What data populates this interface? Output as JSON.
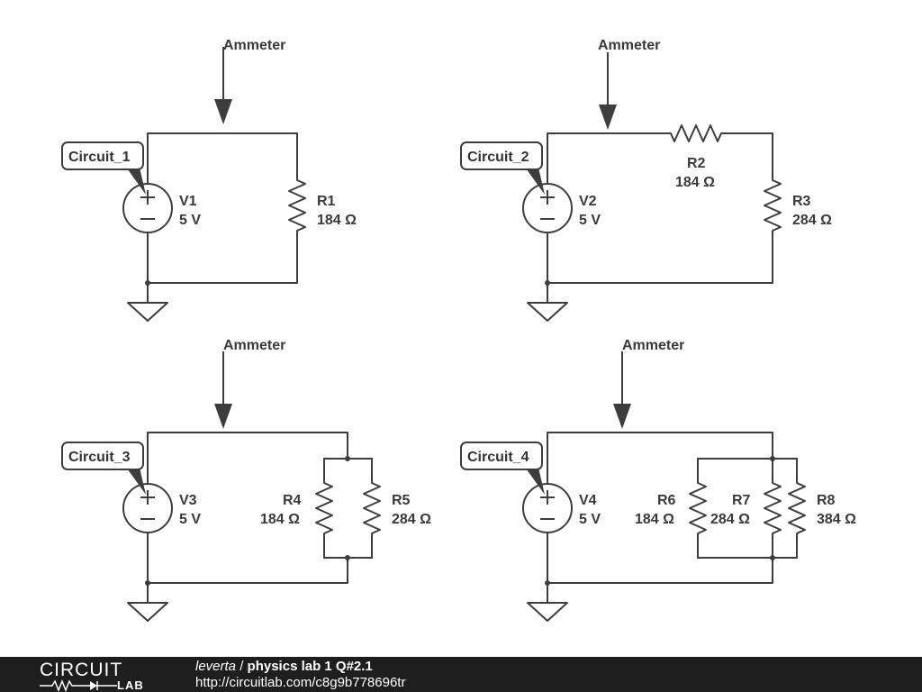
{
  "circuits": [
    {
      "tag": "Circuit_1",
      "meter_label": "Ammeter",
      "source": {
        "name": "V1",
        "value": "5 V"
      },
      "resistors": [
        {
          "name": "R1",
          "value": "184 Ω"
        }
      ]
    },
    {
      "tag": "Circuit_2",
      "meter_label": "Ammeter",
      "source": {
        "name": "V2",
        "value": "5 V"
      },
      "resistors": [
        {
          "name": "R2",
          "value": "184 Ω"
        },
        {
          "name": "R3",
          "value": "284 Ω"
        }
      ]
    },
    {
      "tag": "Circuit_3",
      "meter_label": "Ammeter",
      "source": {
        "name": "V3",
        "value": "5 V"
      },
      "resistors": [
        {
          "name": "R4",
          "value": "184 Ω"
        },
        {
          "name": "R5",
          "value": "284 Ω"
        }
      ]
    },
    {
      "tag": "Circuit_4",
      "meter_label": "Ammeter",
      "source": {
        "name": "V4",
        "value": "5 V"
      },
      "resistors": [
        {
          "name": "R6",
          "value": "184 Ω"
        },
        {
          "name": "R7",
          "value": "284 Ω"
        },
        {
          "name": "R8",
          "value": "384 Ω"
        }
      ]
    }
  ],
  "footer": {
    "logo_top": "CIRCUIT",
    "logo_bottom": "LAB",
    "author": "leverta",
    "separator": " / ",
    "project_title": "physics lab 1 Q#2.1",
    "url": "http://circuitlab.com/c8g9b778696tr"
  },
  "colors": {
    "wire": "#3d3d3d",
    "footer_bg": "#1e1e1e",
    "background": "#ffffff"
  }
}
